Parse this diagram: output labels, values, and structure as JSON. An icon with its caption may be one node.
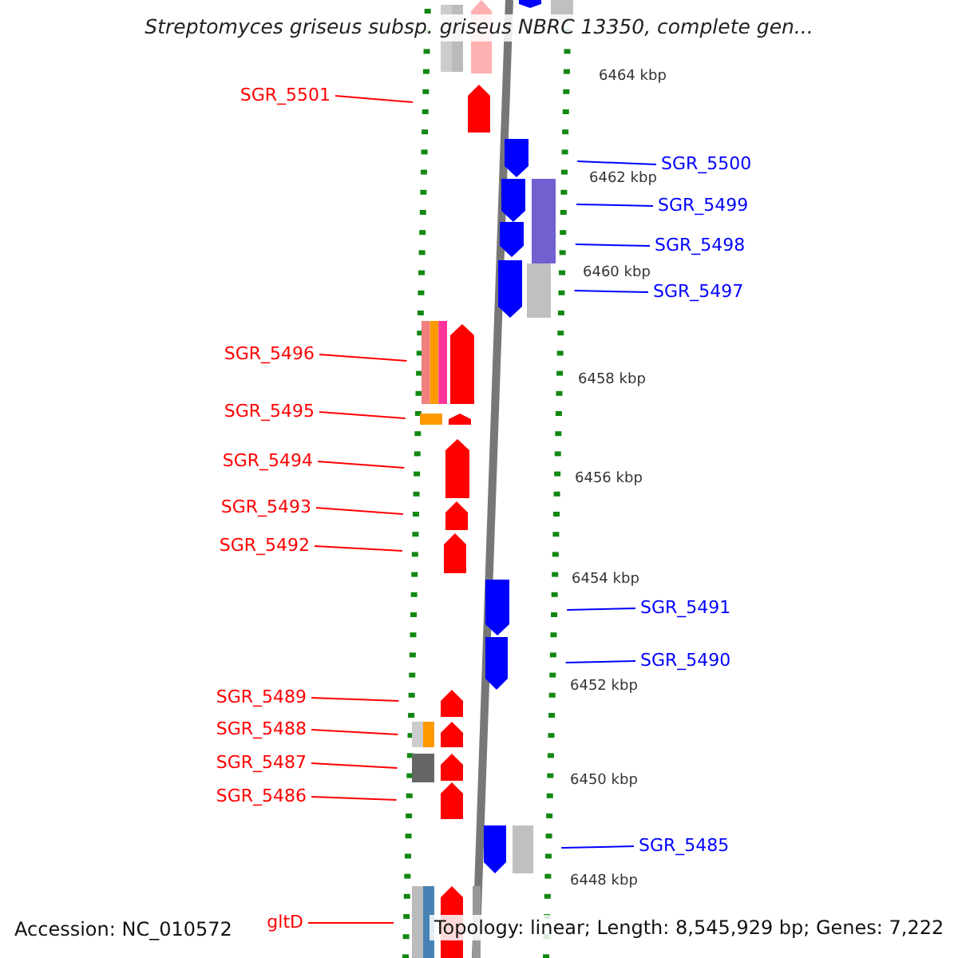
{
  "diagram": {
    "title": "Streptomyces griseus subsp. griseus NBRC 13350, complete gen...",
    "nodes": [
      {
        "text": [
          "SGR_5501"
        ]
      },
      {
        "text": [
          "SGR_5500"
        ]
      },
      {
        "text": [
          "SGR_5499"
        ]
      },
      {
        "text": [
          "SGR_5498"
        ]
      },
      {
        "text": [
          "SGR_5497"
        ]
      },
      {
        "text": [
          "SGR_5496"
        ]
      },
      {
        "text": [
          "SGR_5495"
        ]
      },
      {
        "text": [
          "SGR_5494"
        ]
      },
      {
        "text": [
          "SGR_5493"
        ]
      },
      {
        "text": [
          "SGR_5492"
        ]
      },
      {
        "text": [
          "SGR_5491"
        ]
      },
      {
        "text": [
          "SGR_5490"
        ]
      },
      {
        "text": [
          "SGR_5489"
        ]
      },
      {
        "text": [
          "SGR_5488"
        ]
      },
      {
        "text": [
          "SGR_5487"
        ]
      },
      {
        "text": [
          "SGR_5486"
        ]
      },
      {
        "text": [
          "SGR_5485"
        ]
      },
      {
        "text": [
          "gltD"
        ]
      }
    ],
    "edges": [
      {
        "from": 0,
        "to": null,
        "arrow": "none"
      },
      {
        "from": 1,
        "to": null,
        "arrow": "none",
        "color": "#0000ff"
      },
      {
        "from": 2,
        "to": null,
        "arrow": "none",
        "color": "#0000ff"
      },
      {
        "from": 3,
        "to": null,
        "arrow": "none",
        "color": "#0000ff"
      },
      {
        "from": 4,
        "to": null,
        "arrow": "none",
        "color": "#0000ff"
      },
      {
        "from": 5,
        "to": null,
        "arrow": "none"
      },
      {
        "from": 6,
        "to": null,
        "arrow": "none"
      },
      {
        "from": 7,
        "to": null,
        "arrow": "none"
      },
      {
        "from": 8,
        "to": null,
        "arrow": "none"
      },
      {
        "from": 9,
        "to": null,
        "arrow": "none"
      },
      {
        "from": 10,
        "to": null,
        "arrow": "none",
        "color": "#0000ff"
      },
      {
        "from": 11,
        "to": null,
        "arrow": "none",
        "color": "#0000ff"
      },
      {
        "from": 12,
        "to": null,
        "arrow": "none"
      },
      {
        "from": 13,
        "to": null,
        "arrow": "none"
      },
      {
        "from": 14,
        "to": null,
        "arrow": "none"
      },
      {
        "from": 15,
        "to": null,
        "arrow": "none"
      },
      {
        "from": 16,
        "to": null,
        "arrow": "none",
        "color": "#0000ff"
      },
      {
        "from": 17,
        "to": null,
        "arrow": "none"
      }
    ],
    "labels": [
      "6464 kbp",
      "6462 kbp",
      "6460 kbp",
      "6458 kbp",
      "6456 kbp",
      "6454 kbp",
      "6452 kbp",
      "6450 kbp",
      "6448 kbp",
      "Accession: NC_010572",
      "Topology: linear; Length: 8,545,929 bp; Genes: 7,222"
    ]
  }
}
